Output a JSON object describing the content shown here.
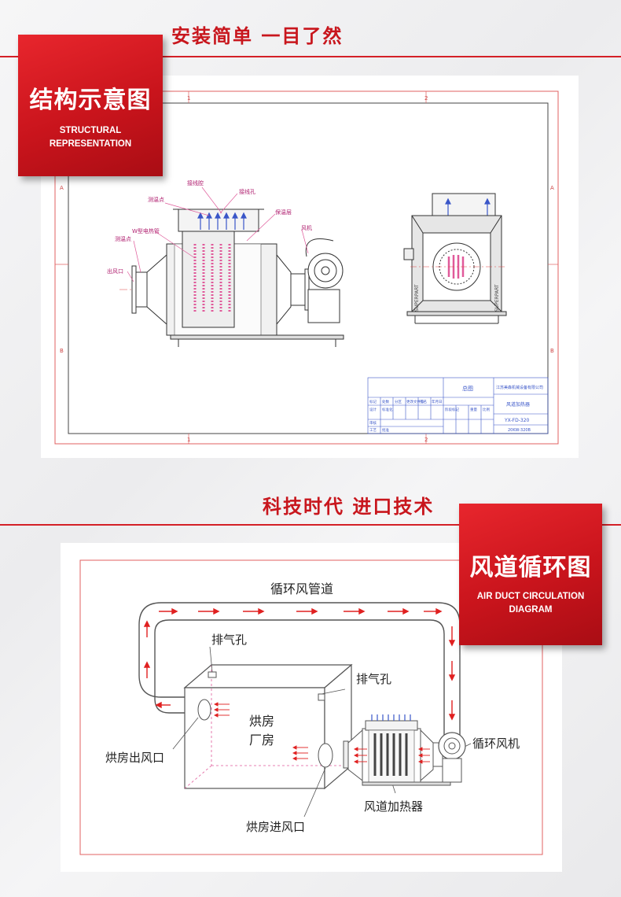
{
  "section1": {
    "slogan": "安装简单   一目了然",
    "badge_title": "结构示意图",
    "badge_subtitle": "STRUCTURAL REPRESENTATION",
    "drawing": {
      "zone_labels": {
        "top_1": "1",
        "top_2": "2",
        "bottom_1": "1",
        "bottom_2": "2",
        "left_a": "A",
        "left_b": "B",
        "right_a": "A",
        "right_b": "B"
      },
      "callouts": {
        "junction_box": "接线腔",
        "wire_hole": "接线孔",
        "temp_point_top": "测温点",
        "insulation": "保温层",
        "fan": "风机",
        "w_tube": "W型电热管",
        "temp_point_left": "测温点",
        "outlet": "出风口"
      },
      "side_label": "SUPERPART",
      "title_block": {
        "company": "江苏美森机械设备有限公司",
        "drawing_type": "总图",
        "product": "风道加热器",
        "model": "YX-FD-320",
        "code": "20KW-320B",
        "row1": [
          "标记",
          "处数",
          "分区",
          "更改文件号",
          "签名",
          "年月日"
        ],
        "row2": [
          "设计",
          "标准化",
          "阶段标记",
          "重量",
          "比例"
        ],
        "row3": [
          "审核"
        ],
        "row4": [
          "工艺",
          "批准"
        ]
      }
    }
  },
  "section2": {
    "slogan": "科技时代   进口技术",
    "badge_title": "风道循环图",
    "badge_subtitle_line1": "AIR DUCT CIRCULATION",
    "badge_subtitle_line2": "DIAGRAM",
    "labels": {
      "duct": "循环风管道",
      "exhaust_1": "排气孔",
      "exhaust_2": "排气孔",
      "room_line1": "烘房",
      "room_line2": "厂房",
      "room_outlet": "烘房出风口",
      "room_inlet": "烘房进风口",
      "heater": "风道加热器",
      "fan": "循环风机"
    }
  },
  "colors": {
    "accent": "#d42027",
    "badge": "#c9141c",
    "line": "#333333",
    "pink": "#e05a9a",
    "blue": "#3a56c8"
  }
}
